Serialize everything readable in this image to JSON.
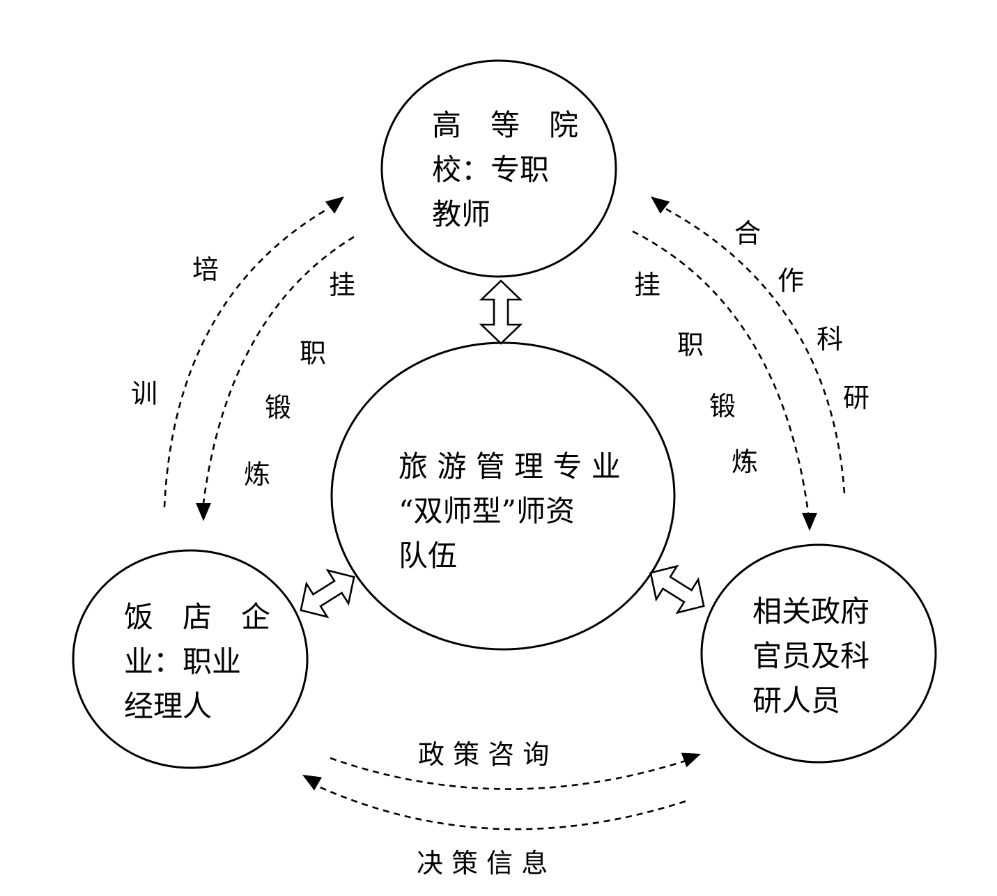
{
  "nodes": {
    "university": {
      "lines": [
        "高　等　院",
        "校：专职",
        "教师"
      ]
    },
    "center": {
      "lines": [
        "旅 游 管 理 专 业",
        "“双师型”师资",
        "队伍"
      ]
    },
    "hotel": {
      "lines": [
        "饭　店　企",
        "业：职业",
        "经理人"
      ]
    },
    "government": {
      "lines": [
        "相关政府",
        "官员及科",
        "研人员"
      ]
    }
  },
  "edge_labels": {
    "peixun": [
      "培",
      "训"
    ],
    "guazhi_left": [
      "挂",
      "职",
      "锻",
      "炼"
    ],
    "guazhi_right": [
      "挂",
      "职",
      "锻",
      "炼"
    ],
    "hezuo": [
      "合",
      "作",
      "科",
      "研"
    ],
    "zhengce": "政 策 咨 询",
    "juece": "决 策 信 息"
  }
}
